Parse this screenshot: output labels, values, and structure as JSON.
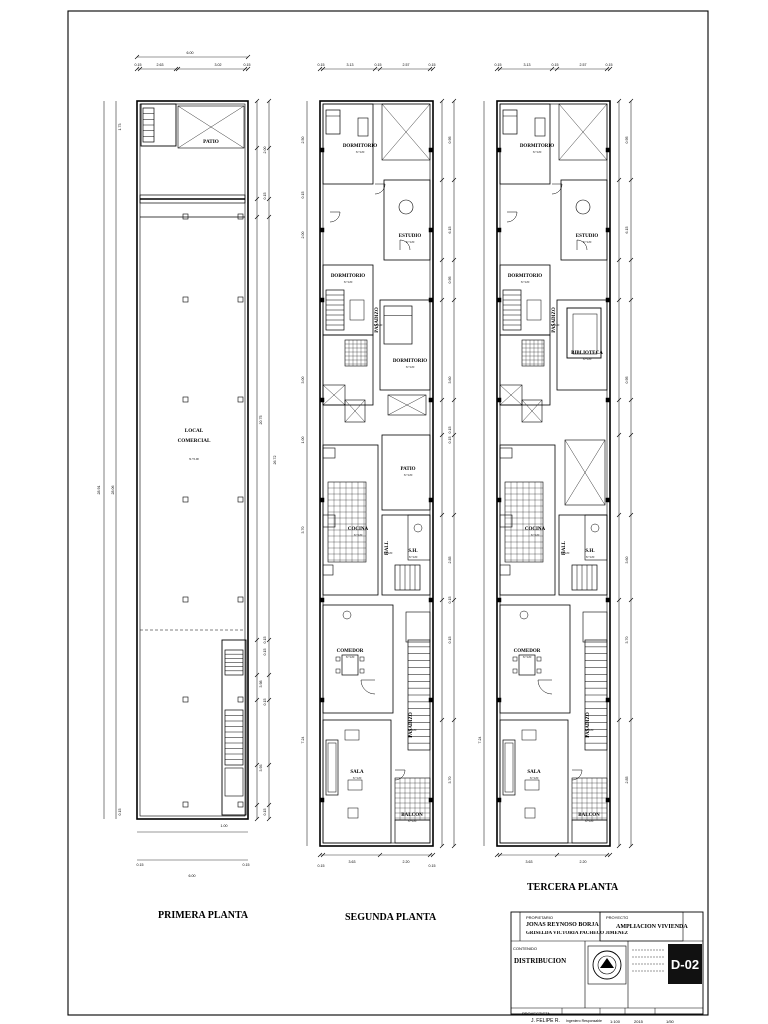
{
  "plans": {
    "first": {
      "title": "PRIMERA PLANTA",
      "rooms": [
        "PATIO",
        "LOCAL COMERCIAL"
      ],
      "dims_top": [
        "6.00",
        "0.15",
        "2.63",
        "3.02",
        "0.15"
      ],
      "dims_bottom": [
        "1.00",
        "0.15",
        "0.15",
        "6.00"
      ],
      "dims_left": [
        "28.91",
        "28.06",
        "1.73",
        "0.15"
      ],
      "dims_right": [
        "2.00",
        "0.15",
        "20.75",
        "26.72",
        "0.15",
        "0.15",
        "3.98",
        "0.15",
        "3.93",
        "0.15"
      ]
    },
    "second": {
      "title": "SEGUNDA PLANTA",
      "rooms": [
        "DORMITORIO",
        "ESTUDIO",
        "DORMITORIO",
        "PASADIZO",
        "DORMITORIO",
        "PATIO",
        "COCINA",
        "HALL",
        "S.H.",
        "COMEDOR",
        "PASADIZO",
        "SALA",
        "BALCON"
      ],
      "dims_top": [
        "0.15",
        "3.13",
        "0.15",
        "2.57",
        "0.15"
      ],
      "dims_bottom": [
        "0.15",
        "3.63",
        "2.20",
        "0.15"
      ],
      "dims_left": [
        "2.50",
        "0.15",
        "2.00",
        "3.00",
        "1.00",
        "3.70",
        "7.24"
      ],
      "dims_right": [
        "0.95",
        "6.15",
        "0.95",
        "3.60",
        "0.15",
        "0.15",
        "2.85",
        "0.15",
        "3.70",
        "0.15"
      ]
    },
    "third": {
      "title": "TERCERA PLANTA",
      "rooms": [
        "DORMITORIO",
        "ESTUDIO",
        "DORMITORIO",
        "PASADIZO",
        "BIBLIOTECA",
        "COCINA",
        "HALL",
        "S.H.",
        "COMEDOR",
        "PASADIZO",
        "SALA",
        "BALCON"
      ],
      "dims_top": [
        "0.15",
        "3.13",
        "0.15",
        "2.57",
        "0.15"
      ],
      "dims_bottom": [
        "3.63",
        "2.20"
      ],
      "dims_left": [
        "7.24"
      ],
      "dims_right": [
        "0.95",
        "6.15",
        "0.95",
        "3.60",
        "2.85",
        "3.70"
      ]
    }
  },
  "title_block": {
    "owner_label": "PROPIETARIO",
    "owner_1": "JONAS REYNOSO BORJA",
    "owner_2": "GRISELDA VICTORIA PACHECO JIMENEZ",
    "project_label": "PROYECTO",
    "project": "AMPLIACION VIVIENDA",
    "content_label": "CONTENIDO",
    "content": "DISTRIBUCION",
    "draftsman_label": "PROYECTISTA",
    "draftsman": "J. FELIPE R.",
    "misc": [
      "Ingeniero Responsable",
      "1:100",
      "2015",
      "1/50"
    ],
    "sheet": "D-02"
  }
}
